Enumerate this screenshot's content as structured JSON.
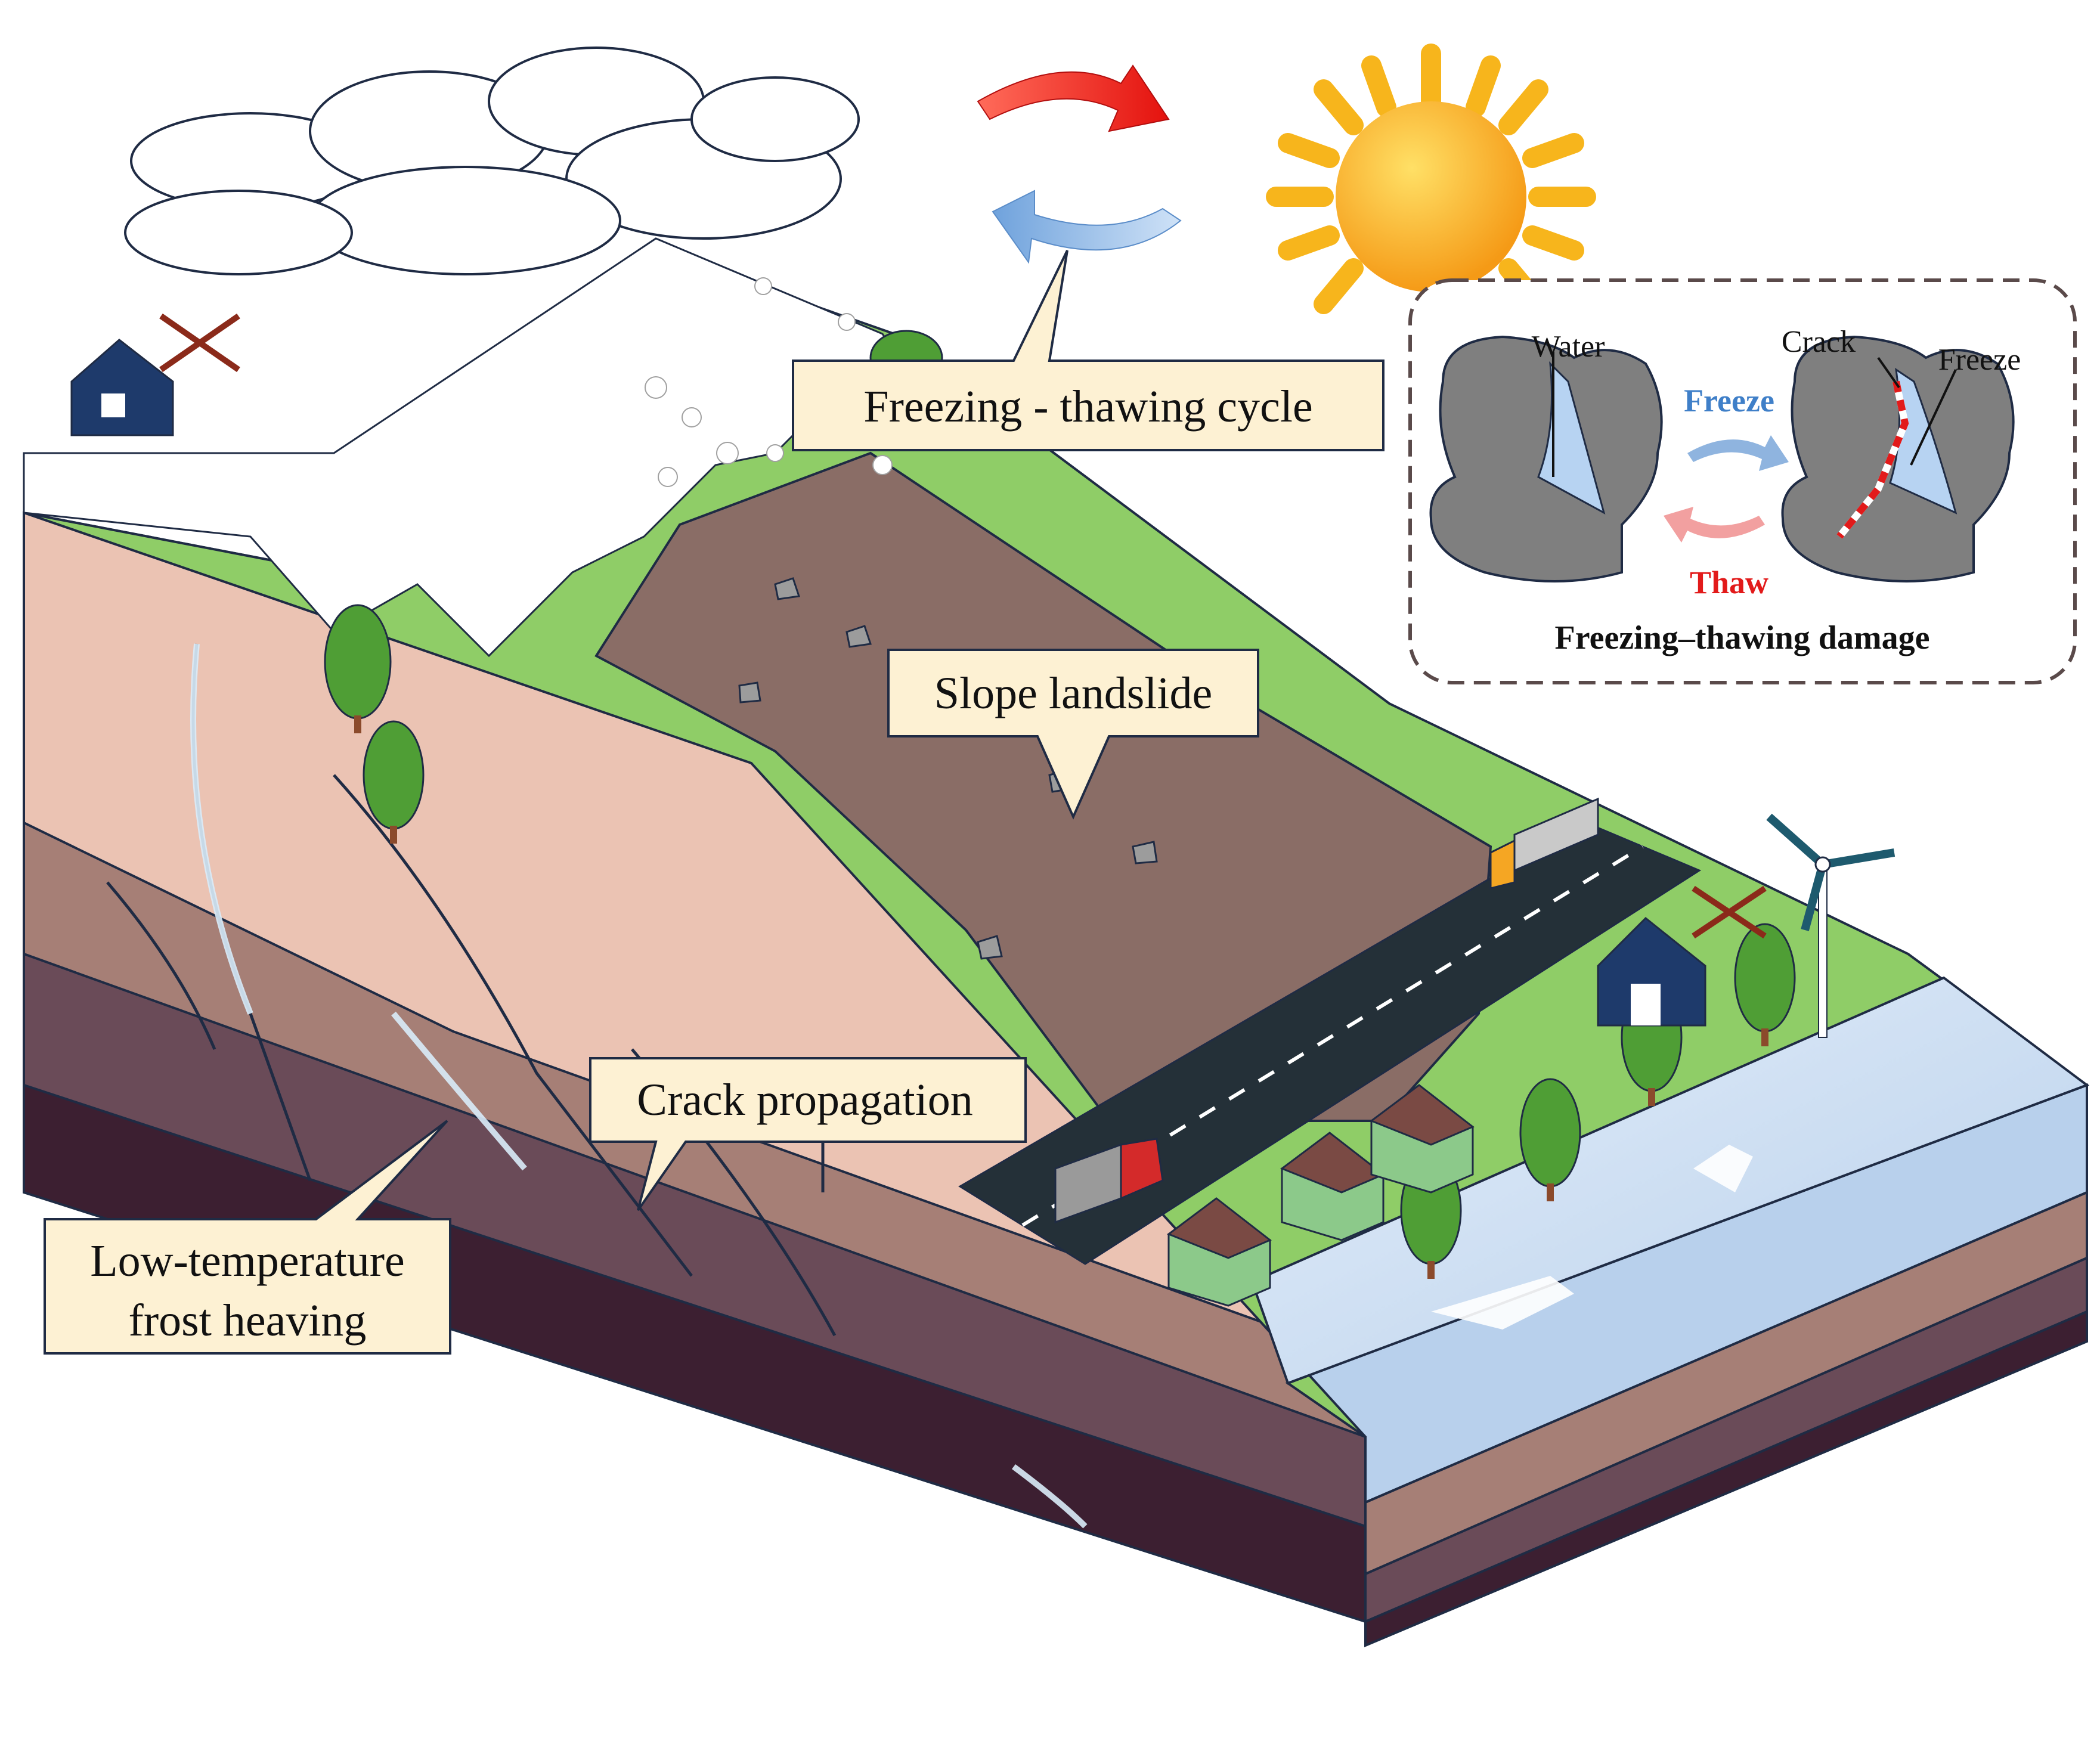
{
  "callouts": {
    "freeze_thaw": "Freezing - thawing cycle",
    "landslide": "Slope landslide",
    "crack": "Crack propagation",
    "frost_line1": "Low-temperature",
    "frost_line2": "frost heaving"
  },
  "inset": {
    "water": "Water",
    "crack": "Crack",
    "freeze_label": "Freeze",
    "freeze_arrow": "Freeze",
    "thaw_arrow": "Thaw",
    "caption": "Freezing–thawing damage"
  },
  "colors": {
    "callout_fill": "#fdf1d3",
    "freeze_blue": "#3f7fc8",
    "thaw_red": "#e21a1a",
    "grass": "#8fcd67",
    "landslide": "#8a6d66",
    "soil_top": "#ebc3b3",
    "soil_mid": "#a67f76",
    "soil_low": "#6a4b58",
    "soil_base": "#3c1f31",
    "sun": "#f7a81c",
    "water_body": "#cfe0f2"
  }
}
